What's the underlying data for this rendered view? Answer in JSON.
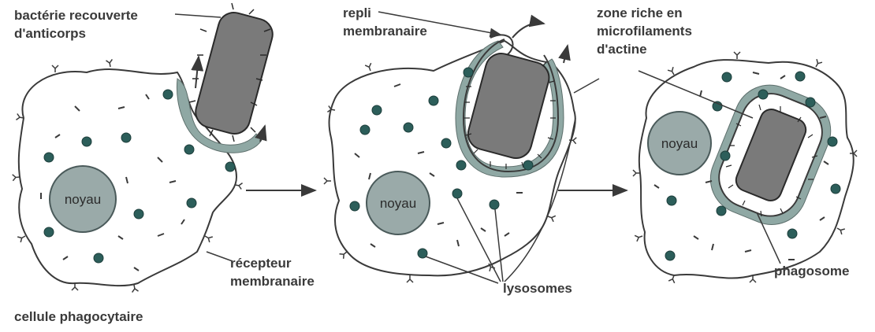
{
  "labels": {
    "bacterium": [
      "bactérie recouverte",
      "d'anticorps"
    ],
    "cell": "cellule phagocytaire",
    "receptor": [
      "récepteur",
      "membranaire"
    ],
    "fold": [
      "repli",
      "membranaire"
    ],
    "actin_zone": [
      "zone riche en",
      "microfilaments",
      "d'actine"
    ],
    "lysosomes": "lysosomes",
    "phagosome": "phagosome",
    "nucleus": "noyau"
  },
  "colors": {
    "line": "#3a3a3a",
    "nucleus_fill": "#9aaaa9",
    "nucleus_stroke": "#4a5a5a",
    "lysosome_fill": "#2c5e5a",
    "bacterium_fill": "#7a7a7a",
    "actin_band": "#8fa8a4"
  },
  "icons": {
    "transition_arrow": "arrow-right-icon",
    "receptor": "y-receptor-icon"
  }
}
